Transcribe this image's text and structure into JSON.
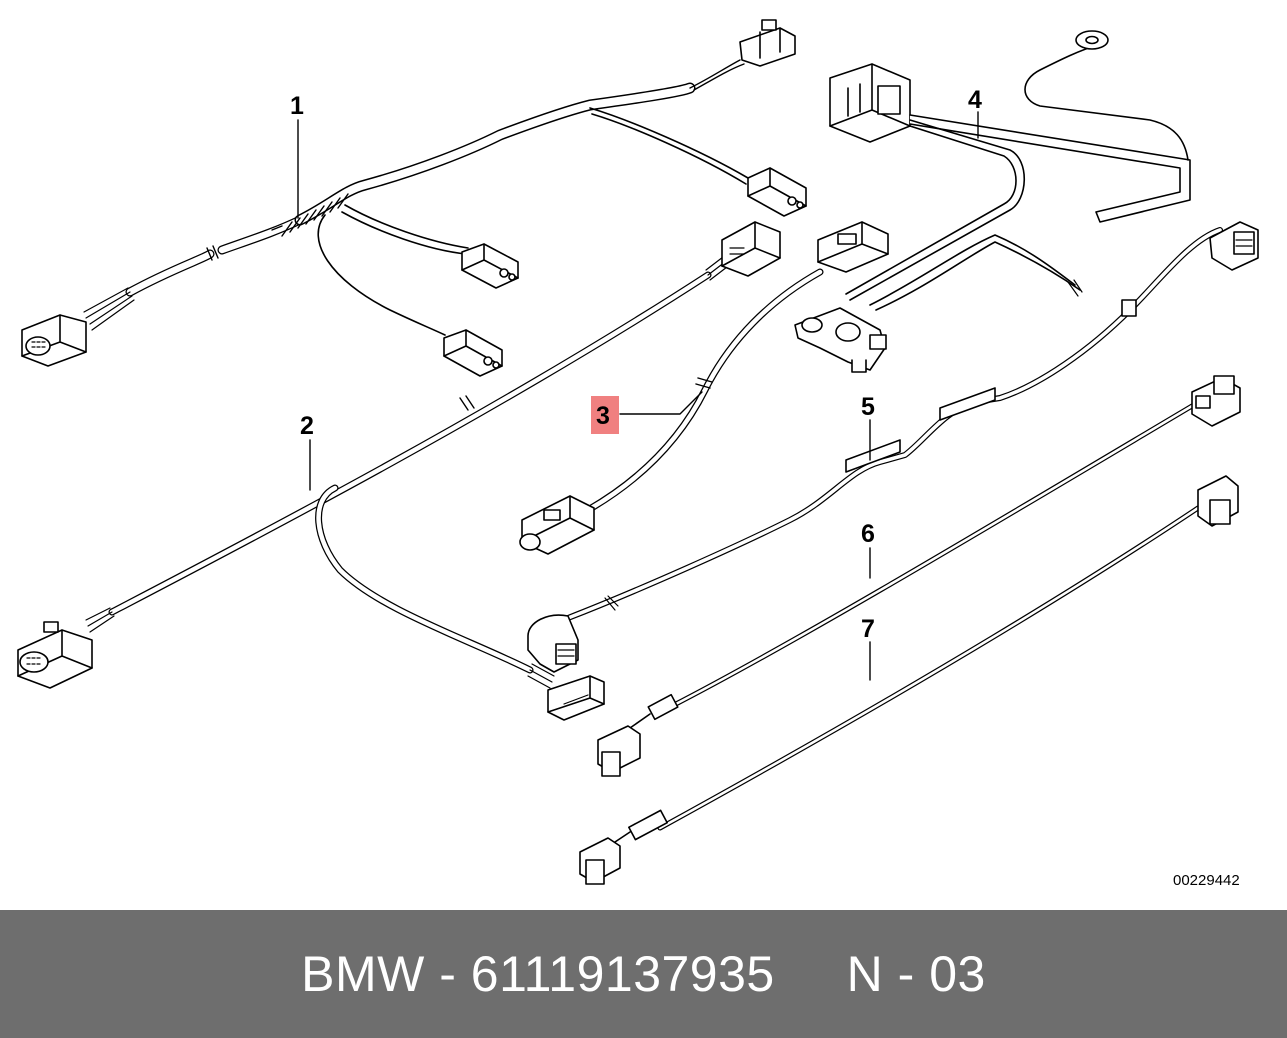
{
  "diagram": {
    "callouts": [
      {
        "id": "1",
        "label": "1"
      },
      {
        "id": "2",
        "label": "2"
      },
      {
        "id": "3",
        "label": "3",
        "highlighted": true
      },
      {
        "id": "4",
        "label": "4"
      },
      {
        "id": "5",
        "label": "5"
      },
      {
        "id": "6",
        "label": "6"
      },
      {
        "id": "7",
        "label": "7"
      }
    ],
    "highlight_color": "#f08080",
    "line_color": "#000000",
    "document_number": "00229442"
  },
  "footer": {
    "text": "BMW - 61119137935     N - 03",
    "background": "#6e6e6e",
    "text_color": "#ffffff"
  }
}
